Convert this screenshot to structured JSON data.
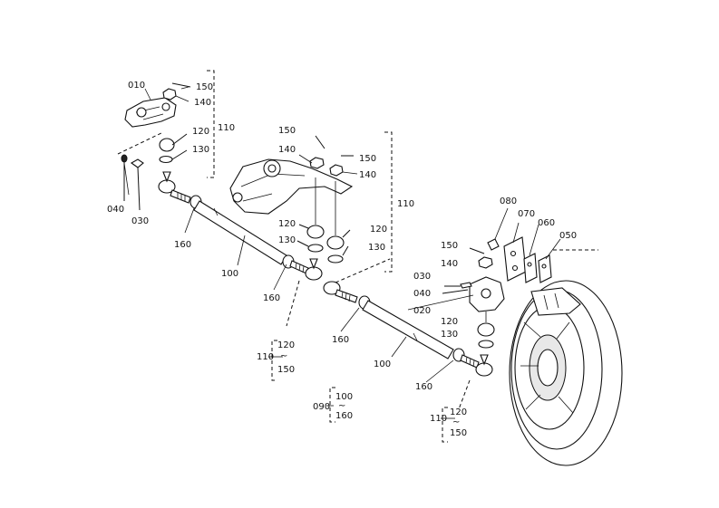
{
  "labels": {
    "p010": "010",
    "p020": "020",
    "p030a": "030",
    "p030b": "030",
    "p040a": "040",
    "p040b": "040",
    "p050": "050",
    "p060": "060",
    "p070": "070",
    "p080": "080",
    "p090": "090",
    "p100a": "100",
    "p100b": "100",
    "p110a": "110",
    "p110b": "110",
    "p110c": "110",
    "p110d": "110",
    "p120a": "120",
    "p120b": "120",
    "p120c": "120",
    "p120d": "120",
    "p120e": "120",
    "p120f": "120",
    "p130a": "130",
    "p130b": "130",
    "p130c": "130",
    "p130d": "130",
    "p140a": "140",
    "p140b": "140",
    "p140c": "140",
    "p140d": "140",
    "p150a": "150",
    "p150b": "150",
    "p150c": "150",
    "p150d": "150",
    "p150e": "150",
    "p150f": "150",
    "p160a": "160",
    "p160b": "160",
    "p160c": "160",
    "p160d": "160",
    "range090_top": "100",
    "range090_bot": "160",
    "tilde": "~"
  }
}
